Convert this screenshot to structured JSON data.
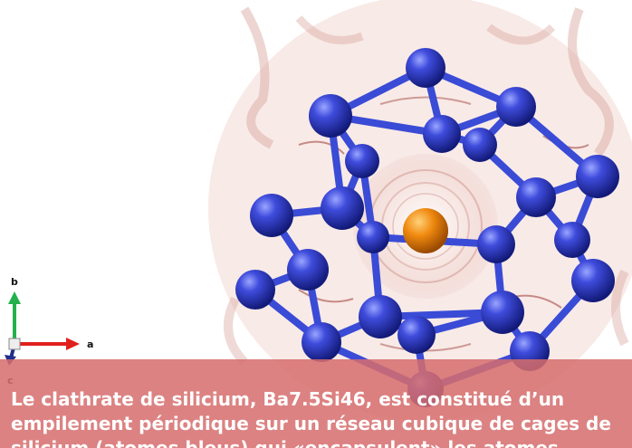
{
  "axes": {
    "a_label": "a",
    "b_label": "b",
    "c_label": "c",
    "colors": {
      "a": "#e0201c",
      "b": "#22b14c",
      "c": "#1f2f8a"
    }
  },
  "colors": {
    "silicon_atom": "#2a36c8",
    "silicon_bond": "#3a4bd6",
    "barium_atom": "#f08a10",
    "electron_density": "#b8504a",
    "caption_background": "#d66e6e"
  },
  "caption": {
    "text": "Le clathrate de silicium, Ba7.5Si46, est constitué d’un empilement périodique sur un réseau cubique de cages de silicium (atomes bleus) qui «encapsulent» les atomes"
  }
}
